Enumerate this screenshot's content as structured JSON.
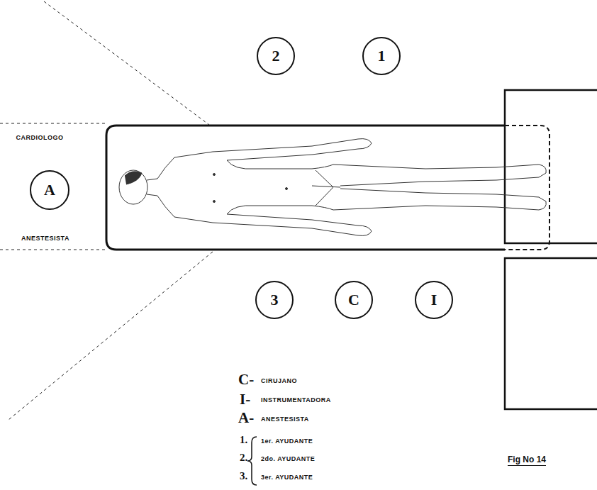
{
  "diagram": {
    "nodes": [
      {
        "text": [
          "2"
        ]
      },
      {
        "text": [
          "1"
        ]
      },
      {
        "text": [
          "CARDIOLOGO",
          "A",
          "ANESTESISTA"
        ]
      },
      {
        "text": [
          "3"
        ]
      },
      {
        "text": [
          "C"
        ]
      },
      {
        "text": [
          "I"
        ]
      }
    ],
    "labels": [
      "C-",
      "CIRUJANO",
      "I-",
      "INSTRUMENTADORA",
      "A-",
      "ANESTESISTA",
      "1.",
      "1er. AYUDANTE",
      "2.",
      "2do. AYUDANTE",
      "3.",
      "3er. AYUDANTE",
      "Fig No 14"
    ]
  }
}
